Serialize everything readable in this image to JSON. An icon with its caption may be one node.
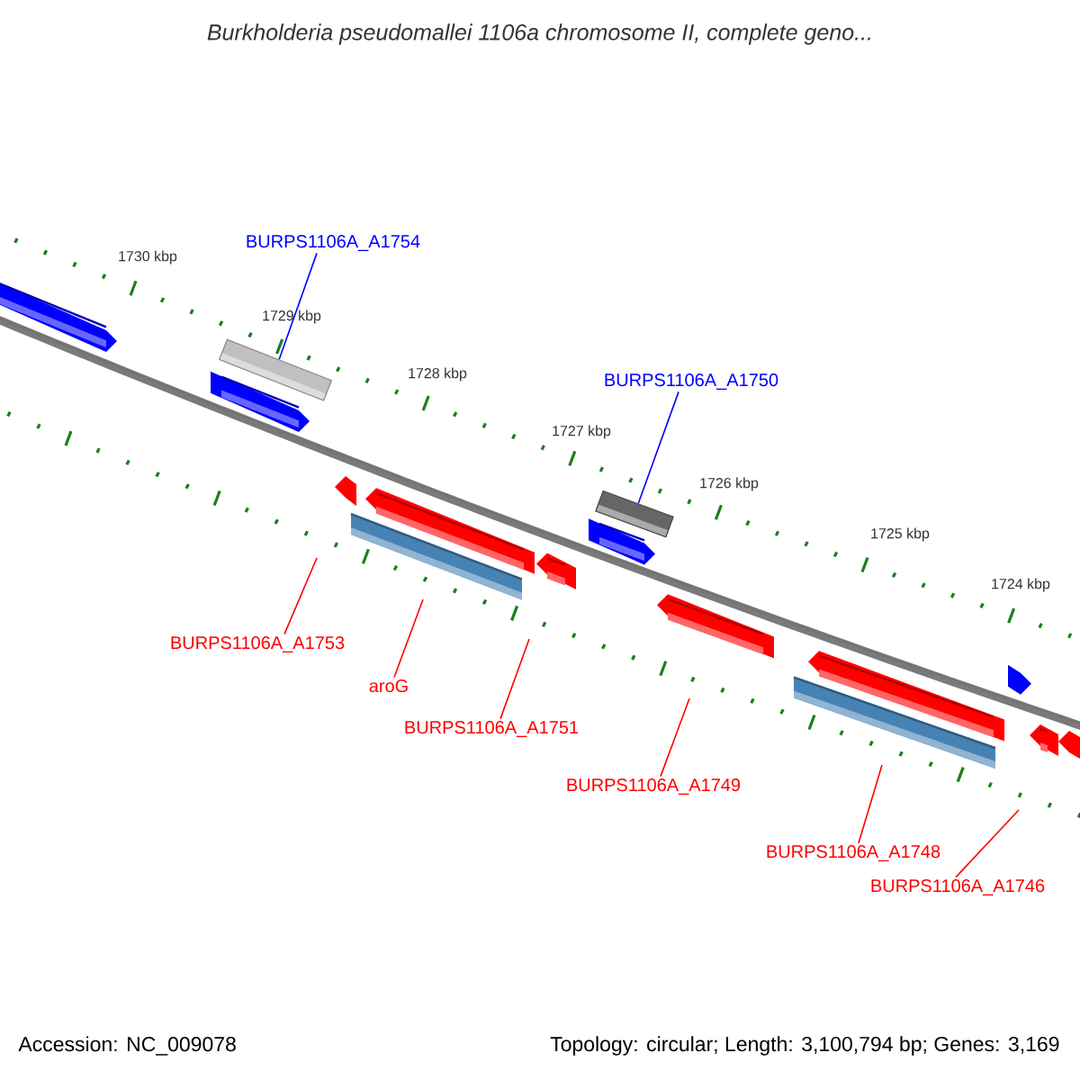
{
  "diagram": {
    "title": "Burkholderia pseudomallei 1106a chromosome II, complete geno...",
    "nodes": [
      {
        "text": [
          "BURPS1106A_A1754"
        ]
      },
      {
        "text": [
          "BURPS1106A_A1750"
        ]
      },
      {
        "text": [
          "BURPS1106A_A1753"
        ]
      },
      {
        "text": [
          "aroG"
        ]
      },
      {
        "text": [
          "BURPS1106A_A1751"
        ]
      },
      {
        "text": [
          "BURPS1106A_A1749"
        ]
      },
      {
        "text": [
          "BURPS1106A_A1748"
        ]
      },
      {
        "text": [
          "BURPS1106A_A1746"
        ]
      },
      {
        "text": [],
        "shape": "bar"
      },
      {
        "text": [],
        "shape": "bar"
      }
    ],
    "edges": [
      {
        "from": 0,
        "to": 8,
        "arrow": "none",
        "color": "#0000ff"
      },
      {
        "from": 1,
        "to": 9,
        "arrow": "none",
        "color": "#0000ff"
      },
      {
        "from": 2,
        "to": null,
        "arrow": "none"
      },
      {
        "from": 3,
        "to": null,
        "arrow": "none"
      },
      {
        "from": 4,
        "to": null,
        "arrow": "none"
      },
      {
        "from": 5,
        "to": null,
        "arrow": "none"
      },
      {
        "from": 6,
        "to": null,
        "arrow": "none"
      },
      {
        "from": 7,
        "to": null,
        "arrow": "none"
      }
    ],
    "labels": [
      "1730 kbp",
      "1729 kbp",
      "1728 kbp",
      "1727 kbp",
      "1726 kbp",
      "1725 kbp",
      "1724 kbp",
      "Accession: NC_009078",
      "Topology: circular; Length: 3,100,794 bp; Genes: 3,169"
    ]
  }
}
